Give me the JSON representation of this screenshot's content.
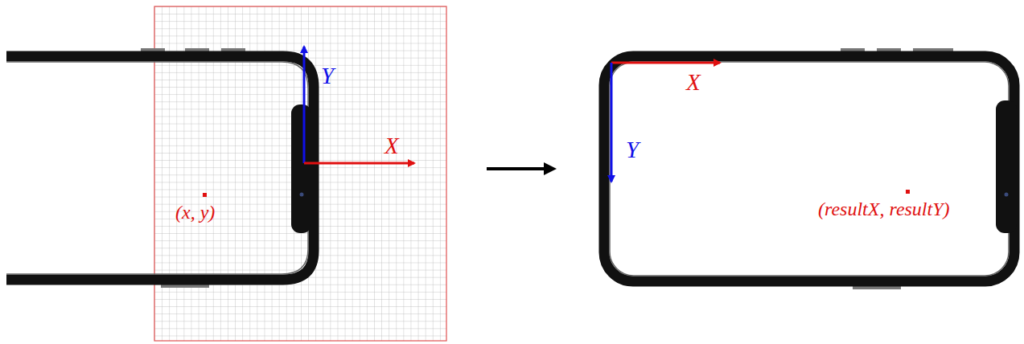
{
  "diagram": {
    "labels": [
      "Y",
      "X",
      "(x, y)",
      "X",
      "Y",
      "(resultX, resultY)"
    ]
  }
}
